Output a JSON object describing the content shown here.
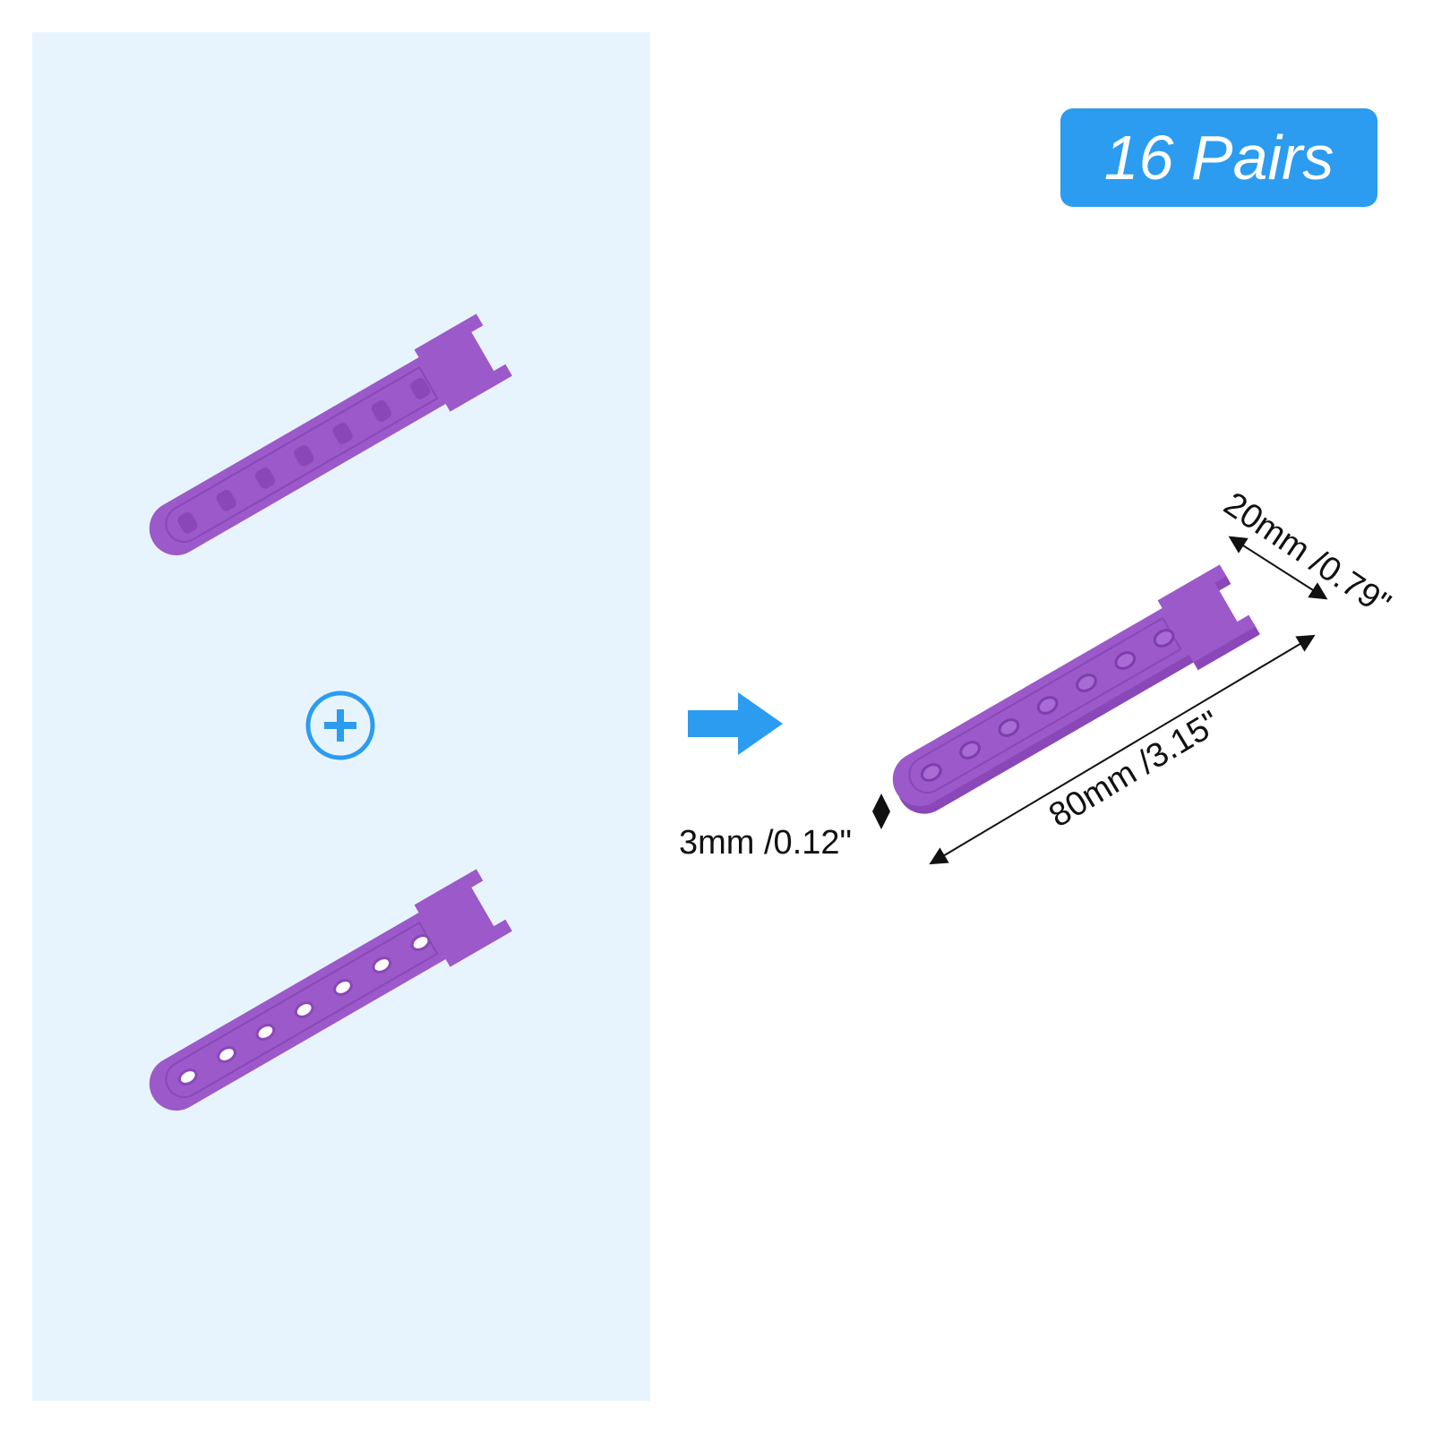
{
  "badge": {
    "text": "16 Pairs",
    "color": "#2b9cf0"
  },
  "colors": {
    "panel": "#e8f4fd",
    "strap": "#9b59c9",
    "accent": "#2b9cf0"
  },
  "icons": {
    "plus": "plus-circle-icon",
    "arrow": "arrow-right-icon"
  },
  "dimensions": {
    "thickness": "3mm /0.12\"",
    "length": "80mm /3.15\"",
    "width": "20mm /0.79\""
  }
}
